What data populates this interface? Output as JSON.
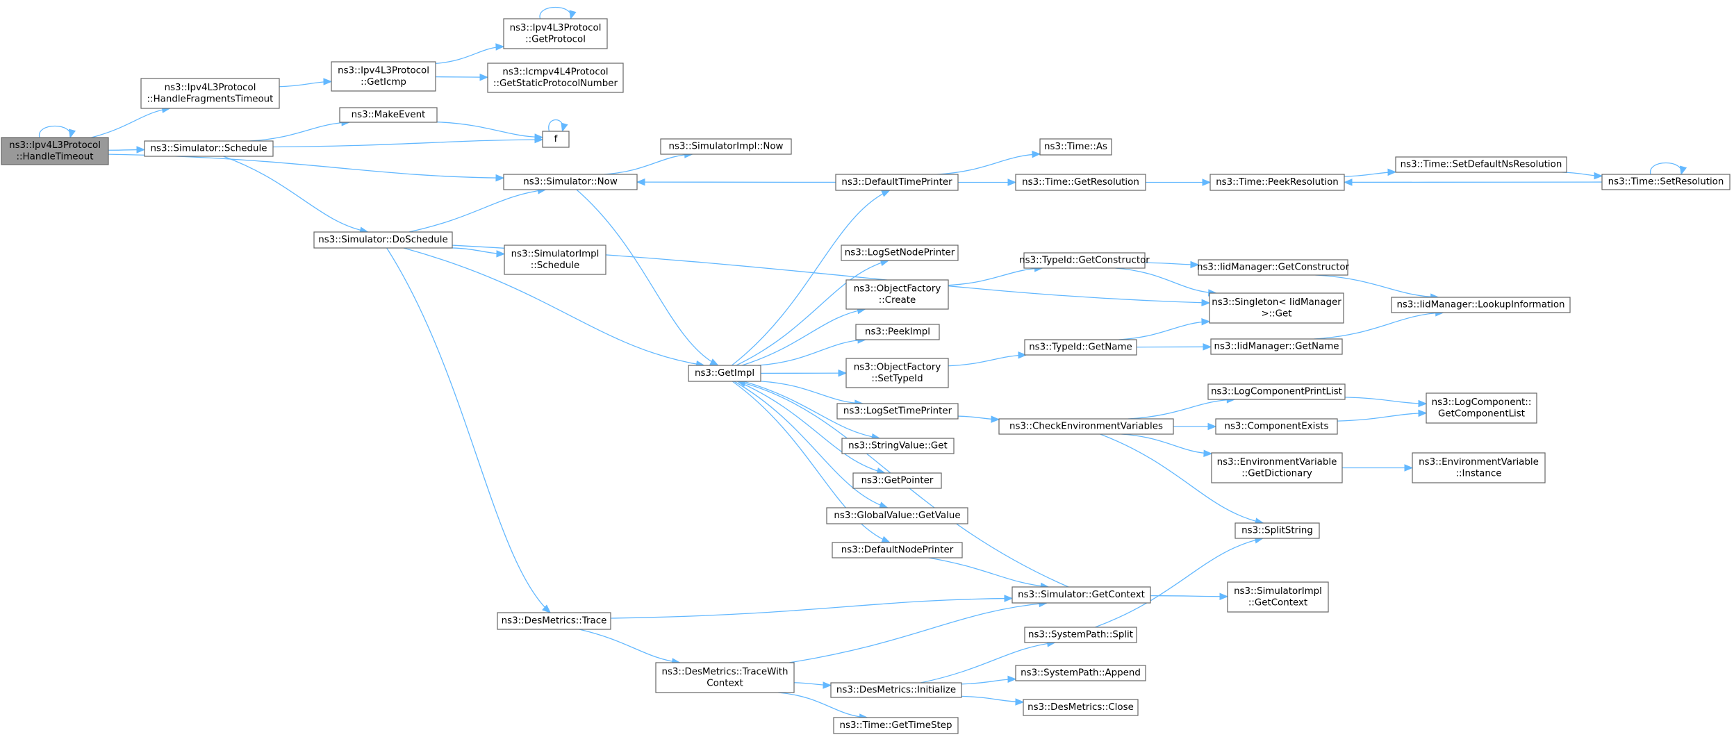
{
  "graph": {
    "nodes": [
      {
        "id": "n0",
        "lines": [
          "ns3::Ipv4L3Protocol",
          "::HandleTimeout"
        ],
        "root": true
      },
      {
        "id": "n1",
        "lines": [
          "ns3::Ipv4L3Protocol",
          "::HandleFragmentsTimeout"
        ]
      },
      {
        "id": "n2",
        "lines": [
          "ns3::Ipv4L3Protocol",
          "::GetIcmp"
        ]
      },
      {
        "id": "n3",
        "lines": [
          "ns3::Ipv4L3Protocol",
          "::GetProtocol"
        ]
      },
      {
        "id": "n4",
        "lines": [
          "ns3::Icmpv4L4Protocol",
          "::GetStaticProtocolNumber"
        ]
      },
      {
        "id": "n5",
        "lines": [
          "ns3::Simulator::Schedule"
        ]
      },
      {
        "id": "n6",
        "lines": [
          "ns3::MakeEvent"
        ]
      },
      {
        "id": "n7",
        "lines": [
          "f"
        ]
      },
      {
        "id": "n8",
        "lines": [
          "ns3::Simulator::DoSchedule"
        ]
      },
      {
        "id": "n9",
        "lines": [
          "ns3::Simulator::Now"
        ]
      },
      {
        "id": "n10",
        "lines": [
          "ns3::SimulatorImpl::Now"
        ]
      },
      {
        "id": "n11",
        "lines": [
          "ns3::SimulatorImpl",
          "::Schedule"
        ]
      },
      {
        "id": "n12",
        "lines": [
          "ns3::GetImpl"
        ]
      },
      {
        "id": "n13",
        "lines": [
          "ns3::DesMetrics::Trace"
        ]
      },
      {
        "id": "n14",
        "lines": [
          "ns3::DesMetrics::TraceWith",
          "Context"
        ]
      },
      {
        "id": "n15",
        "lines": [
          "ns3::DefaultTimePrinter"
        ]
      },
      {
        "id": "n16",
        "lines": [
          "ns3::LogSetNodePrinter"
        ]
      },
      {
        "id": "n17",
        "lines": [
          "ns3::ObjectFactory",
          "::Create"
        ]
      },
      {
        "id": "n18",
        "lines": [
          "ns3::PeekImpl"
        ]
      },
      {
        "id": "n19",
        "lines": [
          "ns3::ObjectFactory",
          "::SetTypeId"
        ]
      },
      {
        "id": "n20",
        "lines": [
          "ns3::LogSetTimePrinter"
        ]
      },
      {
        "id": "n21",
        "lines": [
          "ns3::StringValue::Get"
        ]
      },
      {
        "id": "n22",
        "lines": [
          "ns3::GetPointer"
        ]
      },
      {
        "id": "n23",
        "lines": [
          "ns3::GlobalValue::GetValue"
        ]
      },
      {
        "id": "n24",
        "lines": [
          "ns3::DefaultNodePrinter"
        ]
      },
      {
        "id": "n25",
        "lines": [
          "ns3::DesMetrics::Initialize"
        ]
      },
      {
        "id": "n26",
        "lines": [
          "ns3::Time::GetTimeStep"
        ]
      },
      {
        "id": "n27",
        "lines": [
          "ns3::Time::As"
        ]
      },
      {
        "id": "n28",
        "lines": [
          "ns3::Time::GetResolution"
        ]
      },
      {
        "id": "n29",
        "lines": [
          "ns3::TypeId::GetConstructor"
        ]
      },
      {
        "id": "n30",
        "lines": [
          "ns3::TypeId::GetName"
        ]
      },
      {
        "id": "n31",
        "lines": [
          "ns3::CheckEnvironmentVariables"
        ]
      },
      {
        "id": "n32",
        "lines": [
          "ns3::Simulator::GetContext"
        ]
      },
      {
        "id": "n33",
        "lines": [
          "ns3::SystemPath::Split"
        ]
      },
      {
        "id": "n34",
        "lines": [
          "ns3::SystemPath::Append"
        ]
      },
      {
        "id": "n35",
        "lines": [
          "ns3::DesMetrics::Close"
        ]
      },
      {
        "id": "n36",
        "lines": [
          "ns3::Time::PeekResolution"
        ]
      },
      {
        "id": "n37",
        "lines": [
          "ns3::IidManager::GetConstructor"
        ]
      },
      {
        "id": "n38",
        "lines": [
          "ns3::Singleton< IidManager",
          " >::Get"
        ]
      },
      {
        "id": "n39",
        "lines": [
          "ns3::IidManager::GetName"
        ]
      },
      {
        "id": "n40",
        "lines": [
          "ns3::LogComponentPrintList"
        ]
      },
      {
        "id": "n41",
        "lines": [
          "ns3::ComponentExists"
        ]
      },
      {
        "id": "n42",
        "lines": [
          "ns3::EnvironmentVariable",
          "::GetDictionary"
        ]
      },
      {
        "id": "n43",
        "lines": [
          "ns3::SplitString"
        ]
      },
      {
        "id": "n44",
        "lines": [
          "ns3::SimulatorImpl",
          "::GetContext"
        ]
      },
      {
        "id": "n45",
        "lines": [
          "ns3::Time::SetDefaultNsResolution"
        ]
      },
      {
        "id": "n46",
        "lines": [
          "ns3::Time::SetResolution"
        ]
      },
      {
        "id": "n47",
        "lines": [
          "ns3::IidManager::LookupInformation"
        ]
      },
      {
        "id": "n48",
        "lines": [
          "ns3::LogComponent::",
          "GetComponentList"
        ]
      },
      {
        "id": "n49",
        "lines": [
          "ns3::EnvironmentVariable",
          "::Instance"
        ]
      }
    ],
    "edges": [
      [
        "n0",
        "n0"
      ],
      [
        "n0",
        "n1"
      ],
      [
        "n0",
        "n5"
      ],
      [
        "n0",
        "n9"
      ],
      [
        "n1",
        "n2"
      ],
      [
        "n2",
        "n3"
      ],
      [
        "n2",
        "n4"
      ],
      [
        "n3",
        "n3"
      ],
      [
        "n5",
        "n6"
      ],
      [
        "n5",
        "n7"
      ],
      [
        "n5",
        "n8"
      ],
      [
        "n6",
        "n7"
      ],
      [
        "n7",
        "n7"
      ],
      [
        "n8",
        "n9"
      ],
      [
        "n8",
        "n11"
      ],
      [
        "n8",
        "n12"
      ],
      [
        "n8",
        "n13"
      ],
      [
        "n8",
        "n38"
      ],
      [
        "n9",
        "n10"
      ],
      [
        "n9",
        "n12"
      ],
      [
        "n12",
        "n15"
      ],
      [
        "n12",
        "n16"
      ],
      [
        "n12",
        "n17"
      ],
      [
        "n12",
        "n18"
      ],
      [
        "n12",
        "n19"
      ],
      [
        "n12",
        "n20"
      ],
      [
        "n12",
        "n21"
      ],
      [
        "n12",
        "n22"
      ],
      [
        "n12",
        "n23"
      ],
      [
        "n12",
        "n24"
      ],
      [
        "n13",
        "n14"
      ],
      [
        "n13",
        "n32"
      ],
      [
        "n14",
        "n25"
      ],
      [
        "n14",
        "n26"
      ],
      [
        "n14",
        "n32"
      ],
      [
        "n15",
        "n9"
      ],
      [
        "n15",
        "n27"
      ],
      [
        "n15",
        "n28"
      ],
      [
        "n17",
        "n29"
      ],
      [
        "n19",
        "n30"
      ],
      [
        "n20",
        "n31"
      ],
      [
        "n24",
        "n32"
      ],
      [
        "n25",
        "n33"
      ],
      [
        "n25",
        "n34"
      ],
      [
        "n25",
        "n35"
      ],
      [
        "n28",
        "n36"
      ],
      [
        "n29",
        "n37"
      ],
      [
        "n29",
        "n38"
      ],
      [
        "n30",
        "n38"
      ],
      [
        "n30",
        "n39"
      ],
      [
        "n31",
        "n40"
      ],
      [
        "n31",
        "n41"
      ],
      [
        "n31",
        "n42"
      ],
      [
        "n31",
        "n43"
      ],
      [
        "n32",
        "n12"
      ],
      [
        "n32",
        "n44"
      ],
      [
        "n33",
        "n43"
      ],
      [
        "n36",
        "n45"
      ],
      [
        "n37",
        "n47"
      ],
      [
        "n39",
        "n47"
      ],
      [
        "n40",
        "n48"
      ],
      [
        "n41",
        "n48"
      ],
      [
        "n42",
        "n49"
      ],
      [
        "n45",
        "n46"
      ],
      [
        "n46",
        "n36"
      ],
      [
        "n46",
        "n46"
      ]
    ]
  }
}
